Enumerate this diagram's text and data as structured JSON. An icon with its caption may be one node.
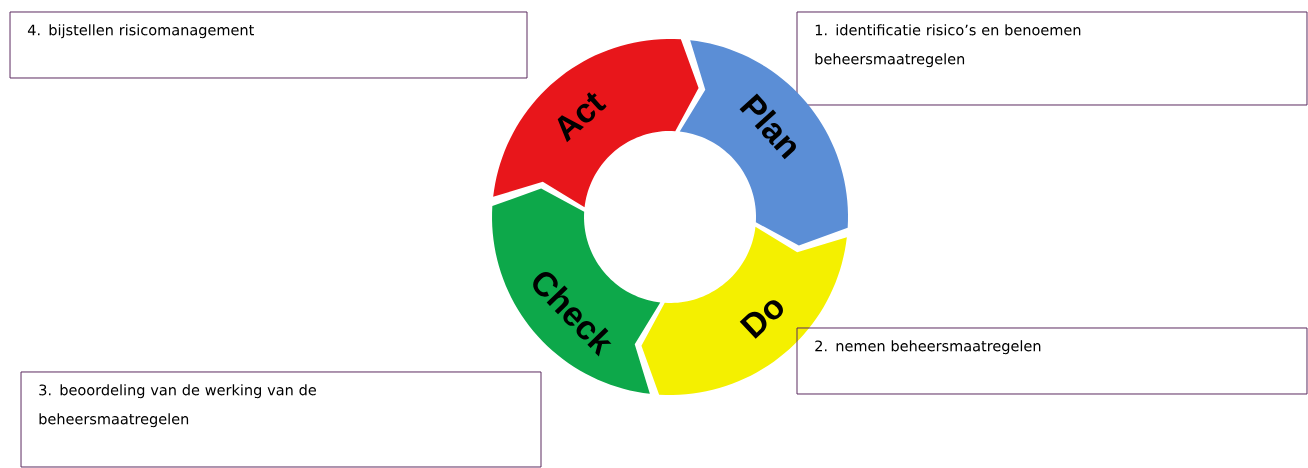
{
  "diagram": {
    "nodes": [
      {
        "text": [
          "4. bijstellen risicomanagement"
        ]
      },
      {
        "text": [
          "1. identificatie risico’s en benoemen beheersmaatregelen"
        ]
      },
      {
        "text": [
          "Act"
        ]
      },
      {
        "text": [
          "Plan"
        ]
      },
      {
        "text": [
          "Check"
        ]
      },
      {
        "text": [
          "Do"
        ]
      },
      {
        "text": [
          "2. nemen beheersmaatregelen"
        ]
      },
      {
        "text": [
          "3. beoordeling van de werking van de beheersmaatregelen"
        ]
      }
    ]
  }
}
